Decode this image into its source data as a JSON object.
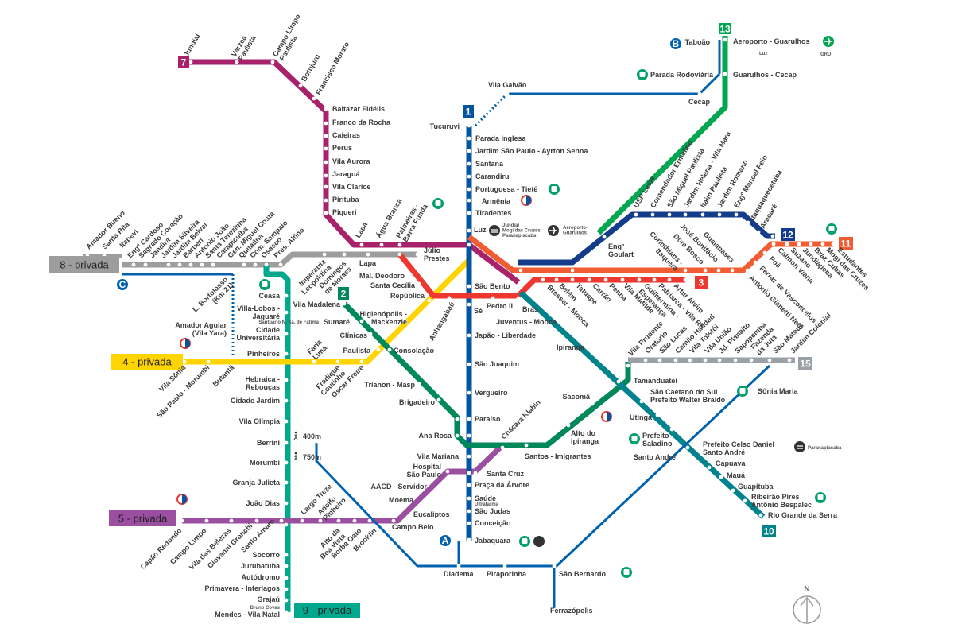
{
  "colors": {
    "line1": "#0455A1",
    "line2": "#00875A",
    "line3": "#EE372F",
    "line4": "#FFD400",
    "line5": "#9B4FA0",
    "line7": "#A8216B",
    "line8": "#9D9D9D",
    "line9": "#00A88E",
    "line10": "#00838D",
    "line11": "#F25C32",
    "line12": "#133C8B",
    "line13": "#00A650",
    "line15": "#9AA0A6",
    "emtu": "#0061AE"
  },
  "badges": {
    "l1": "1",
    "l2": "2",
    "l3": "3",
    "l4": "4 - privada",
    "l5": "5 - privada",
    "l7": "7",
    "l8": "8 - privada",
    "l9": "9 - privada",
    "l10": "10",
    "l11": "11",
    "l12": "12",
    "l13": "13",
    "l15": "15",
    "a": "A",
    "b": "B",
    "c": "C"
  },
  "north": "N",
  "labels": {
    "jundiai": "Jundiaí",
    "varzea": [
      "Várzea",
      "Paulista"
    ],
    "campo_limpo_paulista": [
      "Campo Limpo",
      "Paulista"
    ],
    "botujuru": "Botujuru",
    "francisco_morato": "Francisco Morato",
    "baltazar": "Baltazar Fidélis",
    "franco": "Franco da Rocha",
    "caieiras": "Caieiras",
    "perus": "Perus",
    "vila_aurora": "Vila Aurora",
    "jaragua": "Jaraguá",
    "vila_clarice": "Vila Clarice",
    "pirituba": "Pirituba",
    "piqueri": "Piqueri",
    "lapa7": "Lapa",
    "agua_branca": "Água Branca",
    "barra_funda": [
      "Palmeiras -",
      "Barra Funda"
    ],
    "amador_bueno": "Amador Bueno",
    "santa_rita": "Santa Rita",
    "itapevi": "Itapevi",
    "eng_cardoso": "Engº Cardoso",
    "sagrado": "Sagrado Coração",
    "jandira": "Jandira",
    "jardim_silveira": "Jardim Silveira",
    "jardim_belval": "Jardim Belval",
    "barueri": "Barueri",
    "antonio_joao": "Antonio João",
    "santa_terezinha": "Santa Terezinha",
    "carapicuiba": "Carapicuíba",
    "gen_miguel": "Gen. Miguel Costa",
    "quitauna": "Quitaúna",
    "com_sampaio": "Com. Sampaio",
    "osasco": "Osasco",
    "pres_altino": "Pres. Altino",
    "imperatriz": [
      "Imperatriz",
      "Leopoldina"
    ],
    "domingos": [
      "Domingos",
      "de Moraes"
    ],
    "lapa8": "Lapa",
    "julio_prestes": [
      "Júlio",
      "Prestes"
    ],
    "bortolosso": [
      "L. Bortolosso",
      "(Km 21)"
    ],
    "amador_aguiar": [
      "Amador Aguiar",
      "(Vila Yara)"
    ],
    "ceasa": "Ceasa",
    "villa_lobos": [
      "Villa-Lobos -",
      "Jaguaré"
    ],
    "cidade_univ": [
      "Cidade",
      "Universitária"
    ],
    "pinheiros": "Pinheiros",
    "hebraica": [
      "Hebraica -",
      "Rebouças"
    ],
    "cidade_jardim": "Cidade Jardim",
    "vila_olimpia": "Vila Olímpia",
    "berrini": "Berrini",
    "morumbi9": "Morumbi",
    "granja": "Granja Julieta",
    "joao_dias": "João Dias",
    "socorro": "Socorro",
    "jurubatuba": "Jurubatuba",
    "autodromo": "Autódromo",
    "primavera": "Primavera - Interlagos",
    "grajau": "Grajaú",
    "bruno_covas": "Bruno Covas",
    "mendes": "Mendes - Vila Natal",
    "berrini_walk": "400m",
    "morumbi_walk": "750m",
    "vila_sonia": "Vila Sônia",
    "sp_morumbi": "São Paulo - Morumbi",
    "butanta": "Butantã",
    "faria_lima": [
      "Faria",
      "Lima"
    ],
    "fradique": [
      "Fradique",
      "Coutinho"
    ],
    "oscar_freire": "Oscar Freire",
    "paulista": "Paulista",
    "consolacao": "Consolação",
    "higienopolis": [
      "Higienópolis -",
      "Mackenzie"
    ],
    "anhangabau": "Anhangabaú",
    "republica": "República",
    "santa_cecilia": "Santa Cecília",
    "mal_deodoro": "Mal. Deodoro",
    "tucuruvi": "Tucuruvi",
    "parada_inglesa": "Parada Inglesa",
    "jardim_sp": "Jardim São Paulo - Ayrton Senna",
    "santana": "Santana",
    "carandiru": "Carandiru",
    "portuguesa": "Portuguesa - Tietê",
    "armenia": "Armênia",
    "tiradentes": "Tiradentes",
    "luz": "Luz",
    "luz_transfer": [
      "Jundiaí",
      "Mogi das Cruzes",
      "Paranapiacaba"
    ],
    "luz_airport": [
      "Aeroporto-",
      "Guarulhos"
    ],
    "sao_bento": "São Bento",
    "se": "Sé",
    "pedro_ii": "Pedro II",
    "bras": "Brás",
    "japao": "Japão - Liberdade",
    "sao_joaquim": "São Joaquim",
    "vergueiro": "Vergueiro",
    "paraiso": "Paraíso",
    "ana_rosa": "Ana Rosa",
    "vila_mariana": "Vila Mariana",
    "santa_cruz": "Santa Cruz",
    "praca_arvore": "Praça da Árvore",
    "saude": "Saúde",
    "saude_sub": "Ultrafarma",
    "sao_judas": "São Judas",
    "conceicao": "Conceição",
    "jabaquara": "Jabaquara",
    "vila_madalena": "Vila Madalena",
    "sumare": "Sumaré",
    "sumare_sub": "Santuário N. Sa. de Fátima",
    "clinicas": "Clínicas",
    "trianon": "Trianon - Masp",
    "brigadeiro": "Brigadeiro",
    "chacara": "Chácara Klabin",
    "santos_imigrantes": "Santos - Imigrantes",
    "alto_ipiranga": [
      "Alto do",
      "Ipiranga"
    ],
    "sacoma": "Sacomã",
    "tamanduatei": "Tamanduateí",
    "vila_prudente": "Vila Prudente",
    "capao": "Capão Redondo",
    "campo_limpo": "Campo Limpo",
    "vila_belezas": "Vila das Belezas",
    "giovanni": "Giovanni Gronchi",
    "santo_amaro": "Santo Amaro",
    "largo_treze": "Largo Treze",
    "adolfo": [
      "Adolfo",
      "Pinheiro"
    ],
    "alto_boa_vista": [
      "Alto da",
      "Boa Vista"
    ],
    "borba_gato": "Borba Gato",
    "brooklin": "Brooklin",
    "campo_belo": "Campo Belo",
    "eucaliptos": "Eucaliptos",
    "moema": "Moema",
    "aacd": "AACD - Servidor",
    "hospital": [
      "Hospital",
      "São Paulo"
    ],
    "bresser": "Bresser - Mooca",
    "belem": "Belém",
    "tatuape": "Tatuapé",
    "carrao": "Carrão",
    "penha": "Penha",
    "vila_matilde": "Vila Matilde",
    "guilhermina": [
      "Guilhermina -",
      "Esperança"
    ],
    "patriarca": "Patriarca - Vila Ré",
    "artur_alvim": "Artur Alvim",
    "corinthians": [
      "Corinthians -",
      "Itaquera"
    ],
    "dom_bosco": "Dom Bosco",
    "jose_bonifacio": "José Bonifácio",
    "guaianases": "Guaianases",
    "antonio_gianetti": "Antonio Gianetti Neto",
    "ferraz": "Ferraz de Vasconcelos",
    "poa": "Poá",
    "calmon": "Calmon Viana",
    "suzano": "Suzano",
    "jundiapeba": "Jundiapeba",
    "braz_cubas": "Braz Cubas",
    "mogi": "Mogi das Cruzes",
    "estudantes": "Estudantes",
    "juventus": "Juventus - Mooca",
    "ipiranga": "Ipiranga",
    "sao_caetano": [
      "São Caetano do Sul",
      "Prefeito Walter Braido"
    ],
    "utinga": "Utinga",
    "saladino": [
      "Prefeito",
      "Saladino"
    ],
    "santo_andre10": [
      "Prefeito Celso Daniel",
      "Santo André"
    ],
    "paranapiacaba": "Paranapiacaba",
    "capuava": "Capuava",
    "maua": "Mauá",
    "guapituba": "Guapituba",
    "ribeirao": [
      "Ribeirão Pires",
      "Antônio Bespalec"
    ],
    "rio_grande": "Rio Grande da Serra",
    "santo_andre_emtu": "Santo André",
    "eng_goulart": [
      "Engº",
      "Goulart"
    ],
    "usp_leste": "USP Leste",
    "comendador": "Comendador Ermelino",
    "sao_miguel": "São Miguel Paulista",
    "jardim_helena": "Jardim Helena - Vila Mara",
    "itaim": "Itaim Paulista",
    "jardim_romano": "Jardim Romano",
    "manoel_feio": "Engº Manoel Feio",
    "itaquaquecetuba": "Itaquaquecetuba",
    "aracare": "Aracaré",
    "oratorio": "Oratório",
    "sao_lucas": "São Lucas",
    "camilo": "Camilo Haddad",
    "vila_tolstoi": "Vila Tolstói",
    "vila_uniao": "Vila União",
    "jd_planalto": "Jd. Planalto",
    "sapopemba": "Sapopemba",
    "fazenda": [
      "Fazenda",
      "da Juta"
    ],
    "sao_mateus": "São Mateus",
    "jardim_colonial": "Jardim Colonial",
    "aeroporto": "Aeroporto - Guarulhos",
    "aero_luz": "Luz",
    "guarulhos_cecap": "Guarulhos - Cecap",
    "taboao": "Taboão",
    "parada_rodoviaria": "Parada Rodoviária",
    "cecap": "Cecap",
    "vila_galvao": "Vila Galvão",
    "gru": "GRU",
    "sonia_maria": "Sônia Maria",
    "diadema": "Diadema",
    "piraporinha": "Piraporinha",
    "sao_bernardo": "São Bernardo",
    "ferrazopolis": "Ferrazópolis"
  }
}
